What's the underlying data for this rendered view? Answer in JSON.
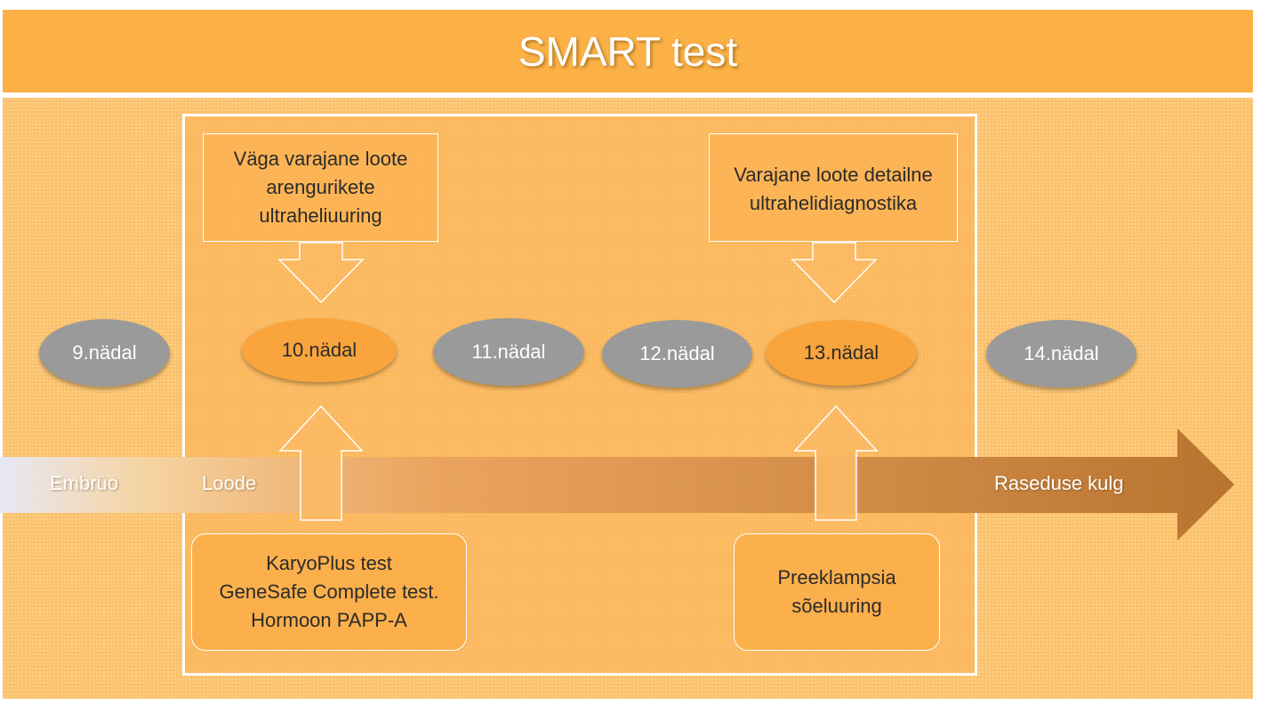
{
  "title": "SMART test",
  "colors": {
    "title_bar": "#fbb146",
    "panel": "#fbc26c",
    "week_gray": "#9a9a9a",
    "week_highlight": "#f9a43c",
    "timeline_start": "#e7e8f4",
    "timeline_end": "#b8732f"
  },
  "timeline": {
    "labels": [
      "Embrüo",
      "Loode",
      "Raseduse kulg"
    ]
  },
  "weeks": [
    {
      "label": "9.nädal",
      "highlight": false
    },
    {
      "label": "10.nädal",
      "highlight": true
    },
    {
      "label": "11.nädal",
      "highlight": false
    },
    {
      "label": "12.nädal",
      "highlight": false
    },
    {
      "label": "13.nädal",
      "highlight": true
    },
    {
      "label": "14.nädal",
      "highlight": false
    }
  ],
  "callouts_top": [
    {
      "lines": [
        "Väga varajane loote",
        "arengurikete",
        "ultraheliuuring"
      ]
    },
    {
      "lines": [
        "Varajane loote detailne",
        "ultrahelidiagnostika"
      ]
    }
  ],
  "callouts_bottom": [
    {
      "lines": [
        "KaryoPlus test",
        "GeneSafe Complete test.",
        "Hormoon PAPP-A"
      ]
    },
    {
      "lines": [
        "Preeklampsia",
        "sõeluuring"
      ]
    }
  ]
}
